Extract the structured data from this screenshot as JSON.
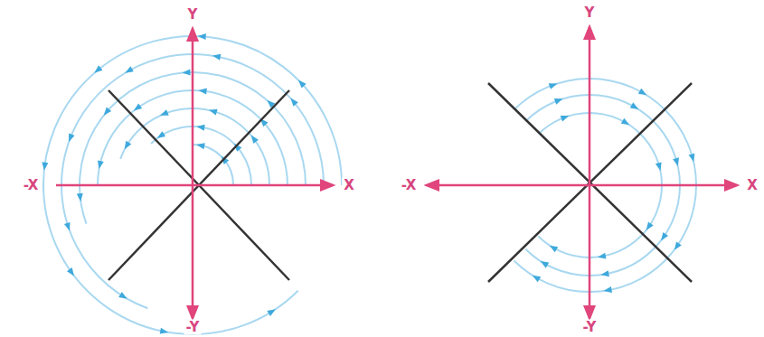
{
  "diagram": {
    "labels": [
      "Y",
      "-X",
      "X",
      "-Y",
      "Y",
      "-X",
      "X",
      "-Y"
    ]
  }
}
